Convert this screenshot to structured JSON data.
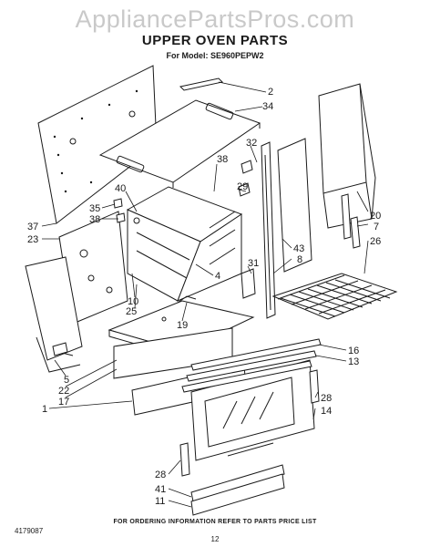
{
  "watermark": "AppliancePartsPros.com",
  "title": "UPPER OVEN PARTS",
  "subtitle": "For Model: SE960PEPW2",
  "footer_note": "FOR ORDERING INFORMATION REFER TO PARTS PRICE LIST",
  "doc_number": "4179087",
  "page_number": "12",
  "callouts": [
    "2",
    "34",
    "32",
    "38",
    "29",
    "40",
    "35",
    "38",
    "37",
    "23",
    "10",
    "25",
    "4",
    "31",
    "19",
    "43",
    "8",
    "20",
    "7",
    "26",
    "16",
    "13",
    "5",
    "22",
    "17",
    "1",
    "28",
    "14",
    "28",
    "41",
    "11"
  ]
}
